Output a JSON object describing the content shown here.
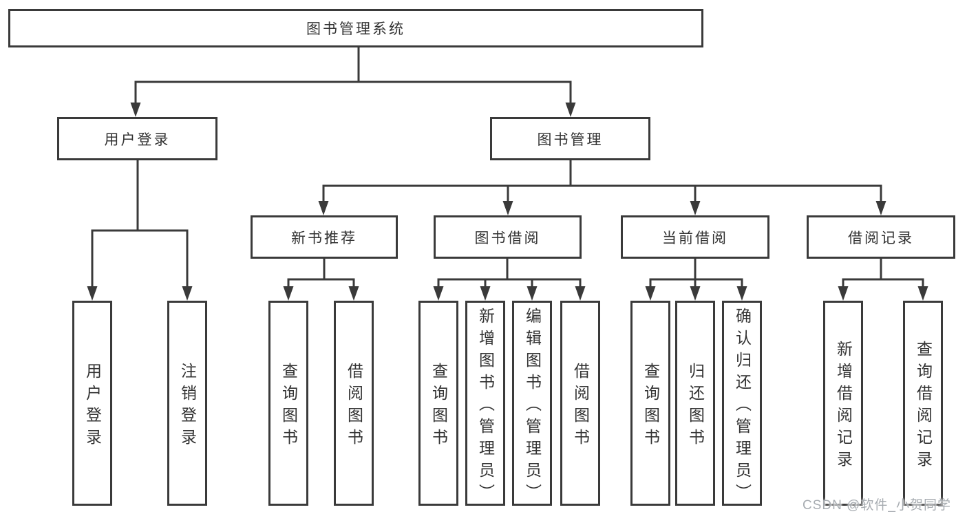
{
  "diagram": {
    "root": {
      "label": "图书管理系统"
    },
    "level2": [
      {
        "label": "用户登录"
      },
      {
        "label": "图书管理"
      }
    ],
    "level3": [
      {
        "label": "新书推荐"
      },
      {
        "label": "图书借阅"
      },
      {
        "label": "当前借阅"
      },
      {
        "label": "借阅记录"
      }
    ],
    "leaves": {
      "user_login": [
        {
          "label": "用户登录"
        },
        {
          "label": "注销登录"
        }
      ],
      "new_book": [
        {
          "label": "查询图书"
        },
        {
          "label": "借阅图书"
        }
      ],
      "book_borrow": [
        {
          "label": "查询图书"
        },
        {
          "label": "新增图书（管理员）"
        },
        {
          "label": "编辑图书（管理员）"
        },
        {
          "label": "借阅图书"
        }
      ],
      "current_borrow": [
        {
          "label": "查询图书"
        },
        {
          "label": "归还图书"
        },
        {
          "label": "确认归还（管理员）"
        }
      ],
      "borrow_records": [
        {
          "label": "新增借阅记录"
        },
        {
          "label": "查询借阅记录"
        }
      ]
    },
    "watermark": "CSDN @软件_小贺同学",
    "colors": {
      "line": "#3a3a3a",
      "text": "#333333",
      "watermark": "#a7acb1",
      "background": "#ffffff"
    }
  }
}
